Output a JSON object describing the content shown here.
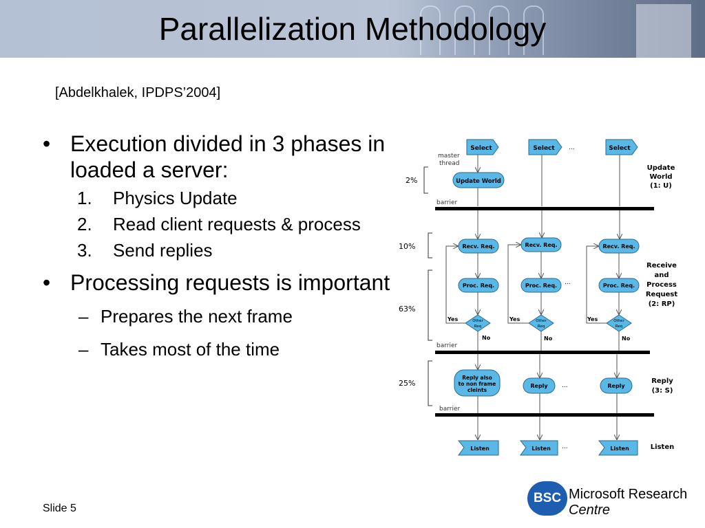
{
  "slide": {
    "title": "Parallelization Methodology",
    "citation": "[Abdelkhalek, IPDPS’2004]",
    "slide_label": "Slide 5"
  },
  "bullets": [
    {
      "marker": "•",
      "text": "Execution divided in 3 phases in loaded a server:",
      "level": 1
    },
    {
      "marker": "1.",
      "text": "Physics Update",
      "level": 2
    },
    {
      "marker": "2.",
      "text": "Read client requests & process",
      "level": 2
    },
    {
      "marker": "3.",
      "text": "Send replies",
      "level": 2
    },
    {
      "marker": "•",
      "text": "Processing requests is important",
      "level": 1
    },
    {
      "marker": "–",
      "text": "Prepares the next frame",
      "level": 3
    },
    {
      "marker": "–",
      "text": "Takes most of the time",
      "level": 3
    }
  ],
  "diagram": {
    "select": "Select",
    "ellipsis": "...",
    "master_thread": [
      "master",
      "thread"
    ],
    "update_world": "Update World",
    "barrier": "barrier",
    "recv_req": "Recv. Req.",
    "proc_req": "Proc. Req.",
    "other_req": [
      "Other",
      "Req"
    ],
    "yes": "Yes",
    "no": "No",
    "reply_also": [
      "Reply also",
      "to non frame",
      "cleints"
    ],
    "reply": "Reply",
    "listen": "Listen",
    "percents": [
      "2%",
      "10%",
      "63%",
      "25%"
    ],
    "phase_u": [
      "Update",
      "World",
      "(1: U)"
    ],
    "phase_rp": [
      "Receive",
      "and",
      "Process",
      "Request",
      "(2: RP)"
    ],
    "phase_s": [
      "Reply",
      "(3: S)"
    ],
    "phase_listen": "Listen",
    "box_color": "#5ab8e6",
    "box_stroke": "#2a6a8e"
  },
  "logo": {
    "badge": "BSC",
    "line1": "Microsoft Research",
    "line2": "Centre",
    "badge_color": "#1e5eb1"
  }
}
